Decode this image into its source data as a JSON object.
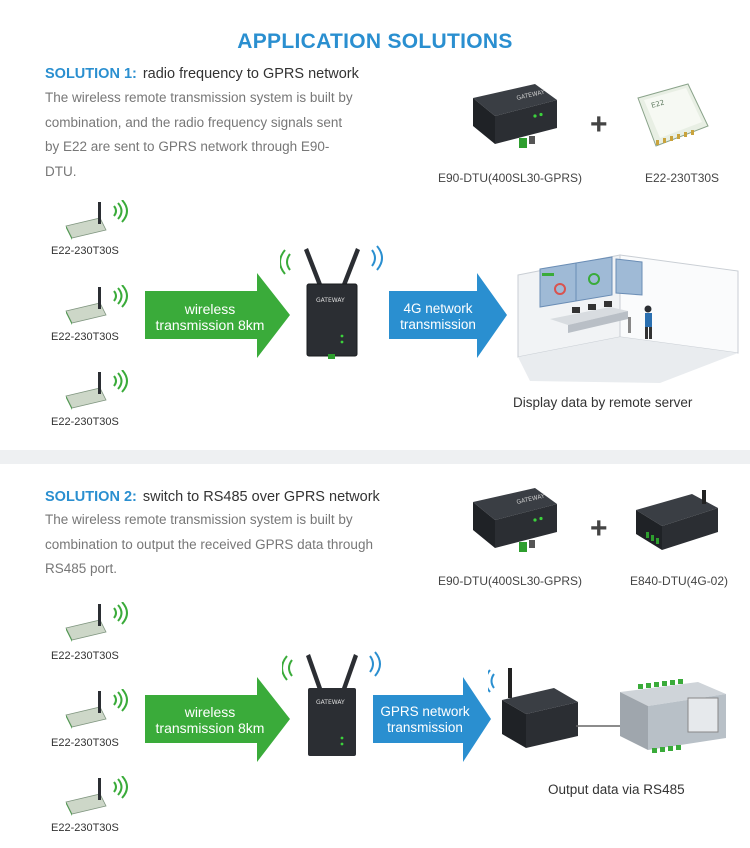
{
  "title": "APPLICATION SOLUTIONS",
  "solution1": {
    "label": "SOLUTION 1:",
    "heading": "radio frequency to GPRS network",
    "description": "The wireless remote transmission system is built by combination, and the radio frequency signals sent by E22 are sent to GPRS network through E90-DTU.",
    "product_a": "E90-DTU(400SL30-GPRS)",
    "product_b": "E22-230T30S",
    "plus": "+",
    "nodes": [
      "E22-230T30S",
      "E22-230T30S",
      "E22-230T30S"
    ],
    "arrow_wireless": [
      "wireless",
      "transmission 8km"
    ],
    "arrow_network": [
      "4G network",
      "transmission"
    ],
    "gateway_label": "GATEWAY",
    "result": "Display data by remote server"
  },
  "solution2": {
    "label": "SOLUTION 2:",
    "heading": "switch to RS485 over GPRS network",
    "description": "The wireless remote transmission system is built by combination to output the received GPRS data through RS485 port.",
    "product_a": "E90-DTU(400SL30-GPRS)",
    "product_b": "E840-DTU(4G-02)",
    "plus": "+",
    "nodes": [
      "E22-230T30S",
      "E22-230T30S",
      "E22-230T30S"
    ],
    "arrow_wireless": [
      "wireless",
      "transmission 8km"
    ],
    "arrow_network": [
      "GPRS network",
      "transmission"
    ],
    "gateway_label": "GATEWAY",
    "result": "Output data via RS485"
  },
  "colors": {
    "accent": "#2a8fd0",
    "green": "#3aab3a",
    "blue": "#2a8fd0",
    "device": "#2b2e33"
  }
}
